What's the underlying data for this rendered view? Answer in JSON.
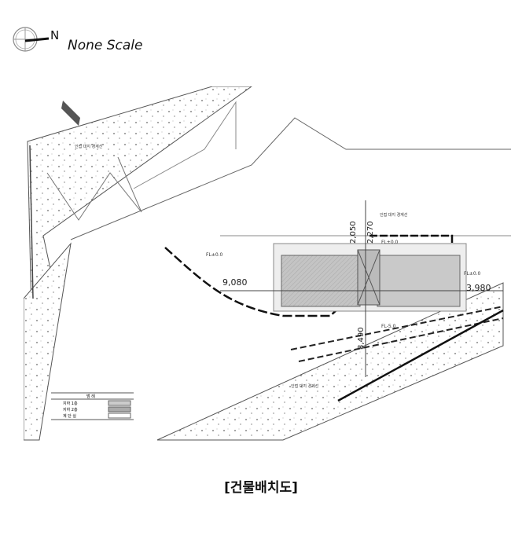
{
  "header": {
    "scale_label": "None Scale",
    "north_label": "N"
  },
  "plan": {
    "dimensions": {
      "left": "9,080",
      "right": "3,980",
      "top_a": "2,050",
      "top_b": "2,270",
      "bottom": "8,490"
    },
    "levels": {
      "level_a": "FL±0.0",
      "level_b": "FL±0.0",
      "level_c": "FL±0.0",
      "level_d": "FL-5.0"
    },
    "notes": {
      "boundary_top": "인접 대지 경계선",
      "boundary_left": "인접 대지 경계선",
      "boundary_bottom": "인접 대지 경계선"
    },
    "legend": {
      "title": "범 례",
      "rows": [
        "지하 1층",
        "지하 2층",
        "계 단 실"
      ]
    }
  },
  "caption": "[건물배치도]",
  "colors": {
    "line": "#444444",
    "fill_a": "#bdbdbd",
    "fill_b": "#d3d3d3"
  }
}
